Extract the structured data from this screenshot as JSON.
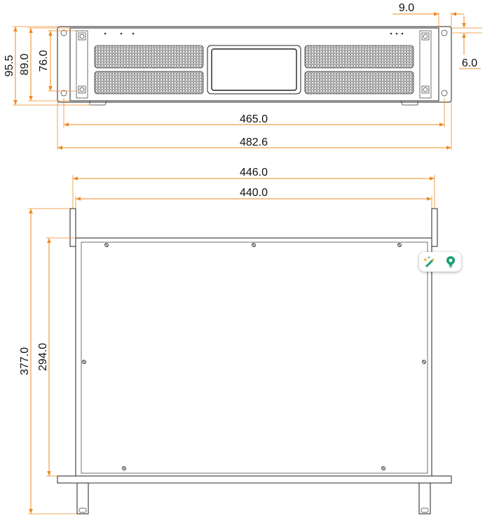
{
  "front_view": {
    "dim_total_height": "95.5",
    "dim_body_height": "89.0",
    "dim_inner_height": "76.0",
    "dim_ear_width": "9.0",
    "dim_ear_offset": "6.0",
    "dim_mount_width": "465.0",
    "dim_total_width": "482.6"
  },
  "top_view": {
    "dim_width_outer": "446.0",
    "dim_width_inner": "440.0",
    "dim_depth_total": "377.0",
    "dim_depth_inner": "294.0"
  },
  "floating_toolbar": {
    "magic_icon": "magic-edit-icon",
    "bulb_icon": "lightbulb-icon",
    "accent_color": "#1a9e6e"
  }
}
